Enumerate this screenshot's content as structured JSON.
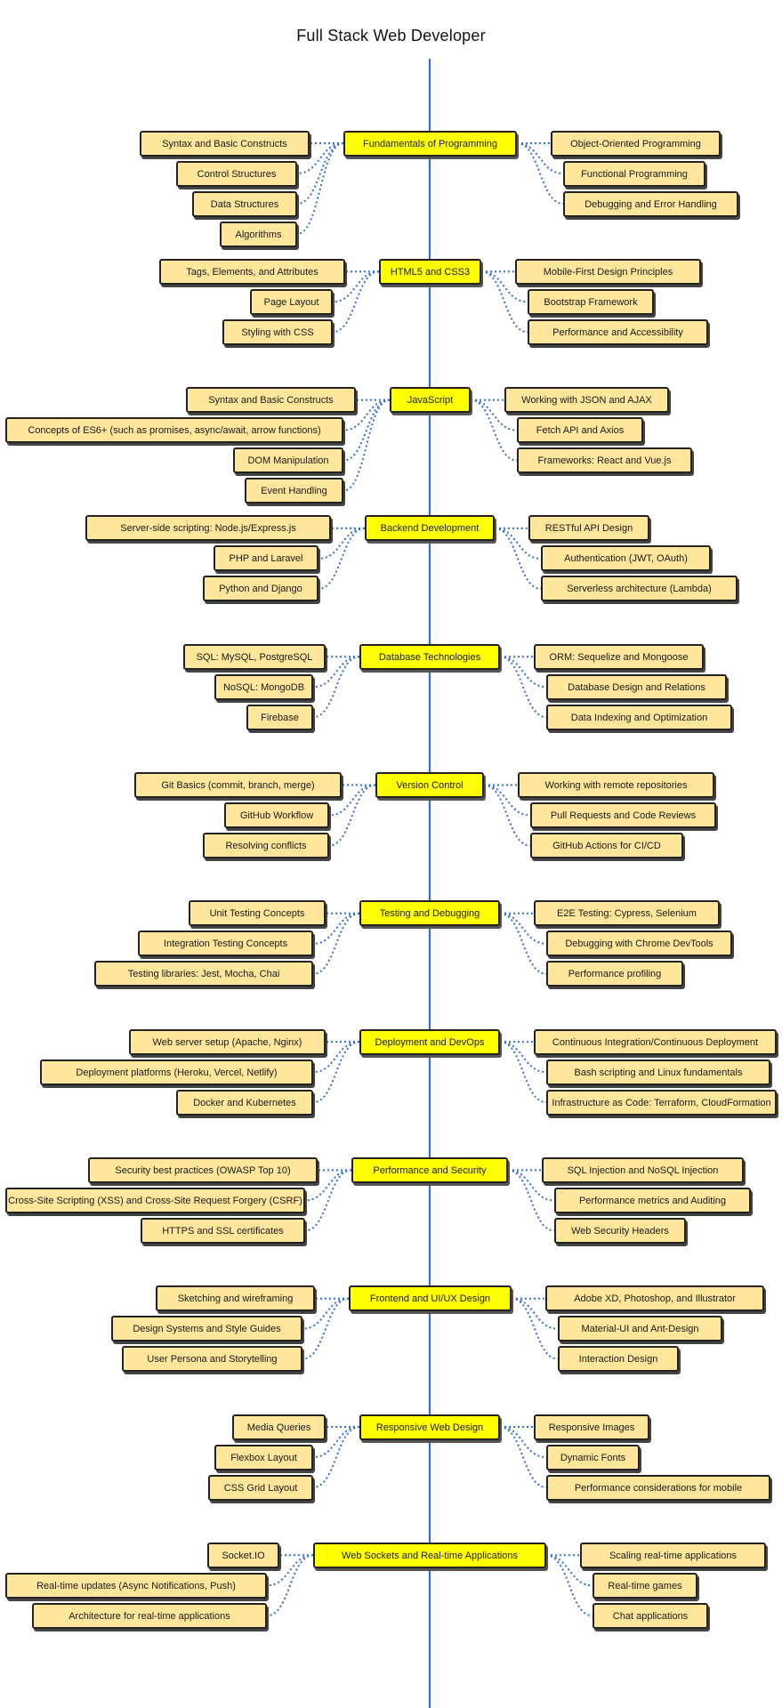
{
  "title": "Full Stack Web Developer",
  "colors": {
    "spine": "#2f6fd6",
    "connector": "#2f6fd6",
    "main_fill": "#ffff00",
    "sub_fill": "#ffe69a",
    "border": "#222222"
  },
  "sections": [
    {
      "label": "Fundamentals of Programming",
      "left": [
        "Syntax and Basic Constructs",
        "Control Structures",
        "Data Structures",
        "Algorithms"
      ],
      "right": [
        "Object-Oriented Programming",
        "Functional Programming",
        "Debugging and Error Handling"
      ]
    },
    {
      "label": "HTML5 and CSS3",
      "left": [
        "Tags, Elements, and Attributes",
        "Page Layout",
        "Styling with CSS"
      ],
      "right": [
        "Mobile-First Design Principles",
        "Bootstrap Framework",
        "Performance and Accessibility"
      ]
    },
    {
      "label": "JavaScript",
      "left": [
        "Syntax and Basic Constructs",
        "Concepts of ES6+ (such as promises, async/await, arrow functions)",
        "DOM Manipulation",
        "Event Handling"
      ],
      "right": [
        "Working with JSON and AJAX",
        "Fetch API and Axios",
        "Frameworks: React and Vue.js"
      ]
    },
    {
      "label": "Backend Development",
      "left": [
        "Server-side scripting: Node.js/Express.js",
        "PHP and Laravel",
        "Python and Django"
      ],
      "right": [
        "RESTful API Design",
        "Authentication (JWT, OAuth)",
        "Serverless architecture (Lambda)"
      ]
    },
    {
      "label": "Database Technologies",
      "left": [
        "SQL: MySQL, PostgreSQL",
        "NoSQL: MongoDB",
        "Firebase"
      ],
      "right": [
        "ORM: Sequelize and Mongoose",
        "Database Design and Relations",
        "Data Indexing and Optimization"
      ]
    },
    {
      "label": "Version Control",
      "left": [
        "Git Basics (commit, branch, merge)",
        "GitHub Workflow",
        "Resolving conflicts"
      ],
      "right": [
        "Working with remote repositories",
        "Pull Requests and Code Reviews",
        "GitHub Actions for CI/CD"
      ]
    },
    {
      "label": "Testing and Debugging",
      "left": [
        "Unit Testing Concepts",
        "Integration Testing Concepts",
        "Testing libraries: Jest, Mocha, Chai"
      ],
      "right": [
        "E2E Testing: Cypress, Selenium",
        "Debugging with Chrome DevTools",
        "Performance profiling"
      ]
    },
    {
      "label": "Deployment and DevOps",
      "left": [
        "Web server setup (Apache, Nginx)",
        "Deployment platforms (Heroku, Vercel, Netlify)",
        "Docker and Kubernetes"
      ],
      "right": [
        "Continuous Integration/Continuous Deployment",
        "Bash scripting and Linux fundamentals",
        "Infrastructure as Code: Terraform, CloudFormation"
      ]
    },
    {
      "label": "Performance and Security",
      "left": [
        "Security best practices (OWASP Top 10)",
        "Cross-Site Scripting (XSS) and Cross-Site Request Forgery (CSRF)",
        "HTTPS and SSL certificates"
      ],
      "right": [
        "SQL Injection and NoSQL Injection",
        "Performance metrics and Auditing",
        "Web Security Headers"
      ]
    },
    {
      "label": "Frontend and UI/UX Design",
      "left": [
        "Sketching and wireframing",
        "Design Systems and Style Guides",
        "User Persona and Storytelling"
      ],
      "right": [
        "Adobe XD, Photoshop, and Illustrator",
        "Material-UI and Ant-Design",
        "Interaction Design"
      ]
    },
    {
      "label": "Responsive Web Design",
      "left": [
        "Media Queries",
        "Flexbox Layout",
        "CSS Grid Layout"
      ],
      "right": [
        "Responsive Images",
        "Dynamic Fonts",
        "Performance considerations for mobile"
      ]
    },
    {
      "label": "Web Sockets and Real-time Applications",
      "left": [
        "Socket.IO",
        "Real-time updates (Async Notifications, Push)",
        "Architecture for real-time applications"
      ],
      "right": [
        "Scaling real-time applications",
        "Real-time games",
        "Chat applications"
      ]
    }
  ]
}
